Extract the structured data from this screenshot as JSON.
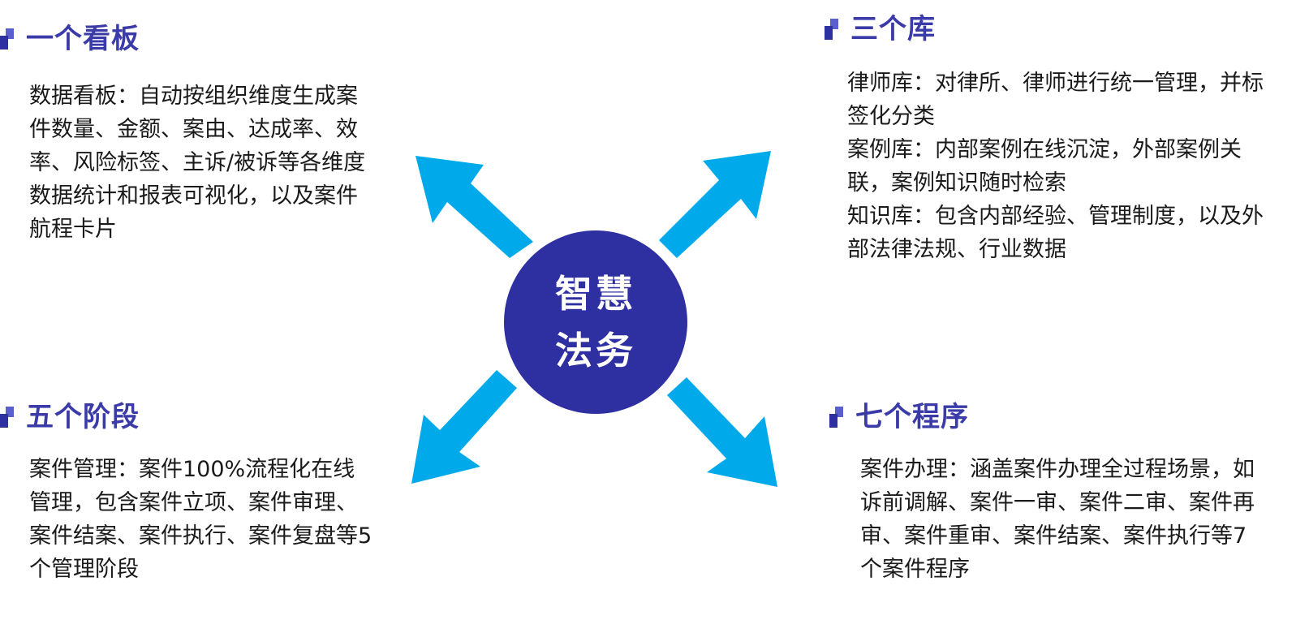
{
  "hub": {
    "line1": "智慧",
    "line2": "法务"
  },
  "sections": {
    "board": {
      "title": "一个看板",
      "body": "数据看板：自动按组织维度生成案件数量、金额、案由、达成率、效率、风险标签、主诉/被诉等各维度数据统计和报表可视化，以及案件航程卡片"
    },
    "libraries": {
      "title": "三个库",
      "lines": [
        "律师库：对律所、律师进行统一管理，并标签化分类",
        "案例库：内部案例在线沉淀，外部案例关联，案例知识随时检索",
        "知识库：包含内部经验、管理制度，以及外部法律法规、行业数据"
      ]
    },
    "stages": {
      "title": "五个阶段",
      "body": "案件管理：案件100%流程化在线管理，包含案件立项、案件审理、案件结案、案件执行、案件复盘等5个管理阶段"
    },
    "procedures": {
      "title": "七个程序",
      "body": "案件办理：涵盖案件办理全过程场景，如诉前调解、案件一审、案件二审、案件再审、案件重审、案件结案、案件执行等7个案件程序"
    }
  },
  "colors": {
    "title": "#3a3aa8",
    "hub": "#2e2fa0",
    "arrow": "#00aaea",
    "bullet_dark": "#2e2fa0",
    "bullet_light": "#5a5fd0"
  }
}
